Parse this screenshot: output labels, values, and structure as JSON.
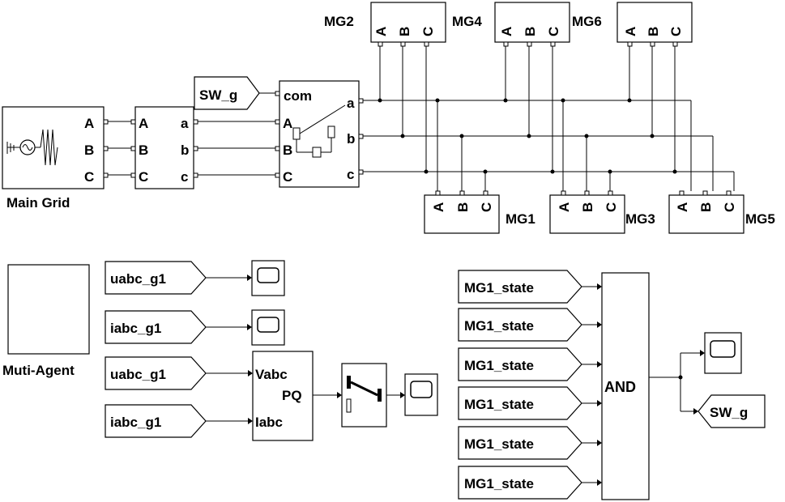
{
  "main_grid": {
    "label": "Main Grid",
    "ports": [
      "A",
      "B",
      "C"
    ]
  },
  "measure_block": {
    "in_ports": [
      "A",
      "B",
      "C"
    ],
    "out_ports": [
      "a",
      "b",
      "c"
    ]
  },
  "breaker": {
    "control_port": "com",
    "in_ports": [
      "A",
      "B",
      "C"
    ],
    "out_ports": [
      "a",
      "b",
      "c"
    ]
  },
  "goto_sw_g": "SW_g",
  "microgrids_top": [
    {
      "label": "MG2",
      "ports": [
        "A",
        "B",
        "C"
      ]
    },
    {
      "label": "MG4",
      "ports": [
        "A",
        "B",
        "C"
      ]
    },
    {
      "label": "MG6",
      "ports": [
        "A",
        "B",
        "C"
      ]
    }
  ],
  "microgrids_bottom": [
    {
      "label": "MG1",
      "ports": [
        "A",
        "B",
        "C"
      ]
    },
    {
      "label": "MG3",
      "ports": [
        "A",
        "B",
        "C"
      ]
    },
    {
      "label": "MG5",
      "ports": [
        "A",
        "B",
        "C"
      ]
    }
  ],
  "multi_agent_label": "Muti-Agent",
  "signal_tags": {
    "uabc_1": "uabc_g1",
    "iabc_1": "iabc_g1",
    "uabc_2": "uabc_g1",
    "iabc_2": "iabc_g1"
  },
  "pq_block": {
    "in_ports": [
      "Vabc",
      "Iabc"
    ],
    "out_port": "PQ"
  },
  "state_tags": [
    "MG1_state",
    "MG1_state",
    "MG1_state",
    "MG1_state",
    "MG1_state",
    "MG1_state"
  ],
  "and_block": "AND",
  "goto_sw_g_out": "SW_g"
}
